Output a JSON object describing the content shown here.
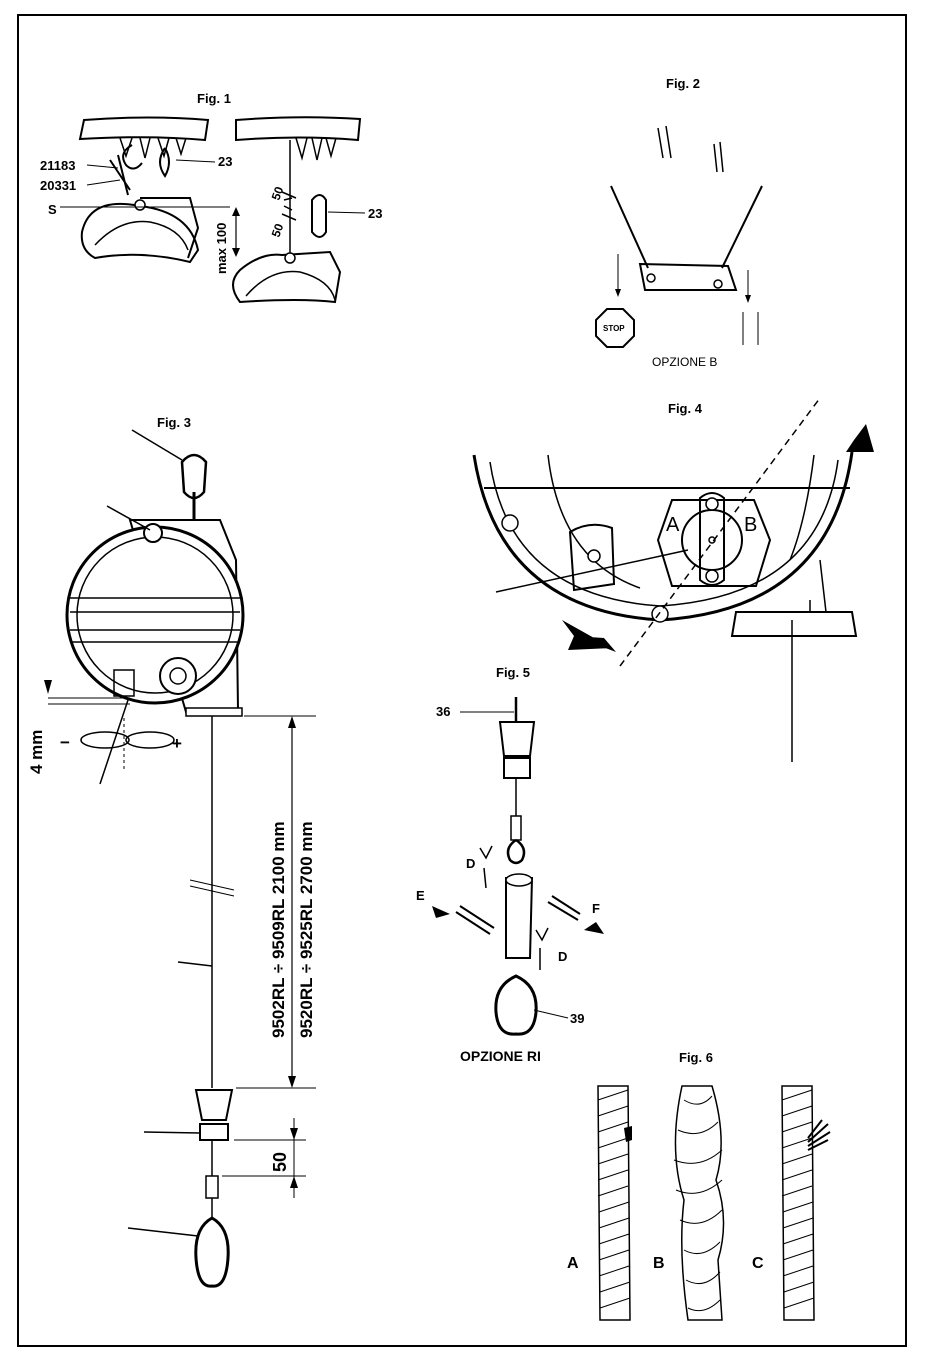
{
  "figures": {
    "fig1": {
      "title": "Fig. 1",
      "labels": {
        "part_21183": "21183",
        "part_20331": "20331",
        "s": "S",
        "part_23_a": "23",
        "part_23_b": "23",
        "max": "max 100",
        "d50_a": "50",
        "d50_b": "50"
      }
    },
    "fig2": {
      "title": "Fig. 2",
      "stop": "STOP",
      "option": "OPZIONE B"
    },
    "fig3": {
      "title": "Fig. 3",
      "dim_4mm": "4 mm",
      "minus": "−",
      "plus": "+",
      "range_line1": "9502RL ÷ 9509RL 2100 mm",
      "range_line2": "9520RL ÷ 9525RL 2700 mm",
      "dim_50": "50"
    },
    "fig4": {
      "title": "Fig. 4",
      "label_a": "A",
      "label_b": "B"
    },
    "fig5": {
      "title": "Fig. 5",
      "part_36": "36",
      "d_top": "D",
      "d_bottom": "D",
      "e": "E",
      "f": "F",
      "part_39": "39",
      "option": "OPZIONE RI"
    },
    "fig6": {
      "title": "Fig. 6",
      "a": "A",
      "b": "B",
      "c": "C"
    }
  }
}
